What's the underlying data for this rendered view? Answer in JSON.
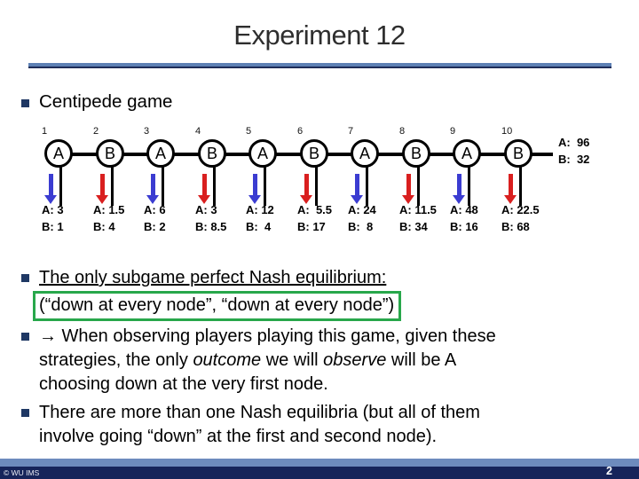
{
  "slide": {
    "title": "Experiment 12",
    "footer_copyright": "© WU IMS",
    "page_number": "2"
  },
  "bullet1": {
    "label": "Centipede game"
  },
  "diagram": {
    "nodes": [
      {
        "number": "1",
        "label": "A",
        "player": "A",
        "payoff_a": "A: 3",
        "payoff_b": "B: 1"
      },
      {
        "number": "2",
        "label": "B",
        "player": "B",
        "payoff_a": "A: 1.5",
        "payoff_b": "B: 4"
      },
      {
        "number": "3",
        "label": "A",
        "player": "A",
        "payoff_a": "A: 6",
        "payoff_b": "B: 2"
      },
      {
        "number": "4",
        "label": "B",
        "player": "B",
        "payoff_a": "A: 3",
        "payoff_b": "B: 8.5"
      },
      {
        "number": "5",
        "label": "A",
        "player": "A",
        "payoff_a": "A: 12",
        "payoff_b": "B:  4"
      },
      {
        "number": "6",
        "label": "B",
        "player": "B",
        "payoff_a": "A:  5.5",
        "payoff_b": "B: 17"
      },
      {
        "number": "7",
        "label": "A",
        "player": "A",
        "payoff_a": "A: 24",
        "payoff_b": "B:  8"
      },
      {
        "number": "8",
        "label": "B",
        "player": "B",
        "payoff_a": "A: 11.5",
        "payoff_b": "B: 34"
      },
      {
        "number": "9",
        "label": "A",
        "player": "A",
        "payoff_a": "A: 48",
        "payoff_b": "B: 16"
      },
      {
        "number": "10",
        "label": "B",
        "player": "B",
        "payoff_a": "A: 22.5",
        "payoff_b": "B: 68"
      }
    ],
    "end_payoff_a": "A:  96",
    "end_payoff_b": "B:  32"
  },
  "body": {
    "b1_line1": "The only subgame perfect Nash equilibrium:",
    "b1_line2": "(“down at every node”, “down at every node”)",
    "b2_l1": "→ When observing players playing this game, given these",
    "b2_l2a": "strategies, the only ",
    "b2_l2b": "outcome",
    "b2_l2c": " we will ",
    "b2_l2d": "observe",
    "b2_l2e": " will be A",
    "b2_l3": "choosing down at the very first node.",
    "b3_l1": "There are more than one Nash equilibria (but all of them",
    "b3_l2": "involve going “down” at the first and second node)."
  },
  "colors": {
    "title_rule": "#5d80b4",
    "rule_edge": "#1e2c58",
    "bullet_square": "#1f3864",
    "green_box_border": "#28a74b",
    "player_a_arrow": "#3b3cd1",
    "player_b_arrow": "#d91f1f",
    "footer_light_bar": "#6d8bbd",
    "footer_dark_bar": "#16245a"
  }
}
